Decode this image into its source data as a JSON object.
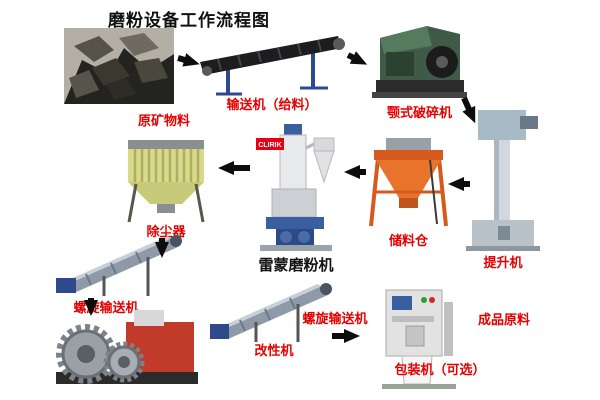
{
  "title": "磨粉设备工作流程图",
  "colors": {
    "label_red": "#e60000",
    "label_black": "#111111",
    "arrow": "#0d0d0d"
  },
  "nodes": {
    "raw_material": {
      "label": "原矿物料"
    },
    "conveyor": {
      "label": "输送机（给料）"
    },
    "jaw_crusher": {
      "label": "颚式破碎机"
    },
    "elevator": {
      "label": "提升机"
    },
    "silo": {
      "label": "储料仓"
    },
    "raymond_mill": {
      "label": "雷蒙磨粉机",
      "brand": "CLIRIK"
    },
    "dust_collector": {
      "label": "除尘器"
    },
    "screw_conveyor_left": {
      "label": "螺旋输送机"
    },
    "modifier": {
      "label": "改性机"
    },
    "screw_conveyor_bottom": {
      "label": "螺旋输送机"
    },
    "packaging": {
      "label": "包装机（可选）"
    },
    "finished_product": {
      "label": "成品原料"
    }
  }
}
